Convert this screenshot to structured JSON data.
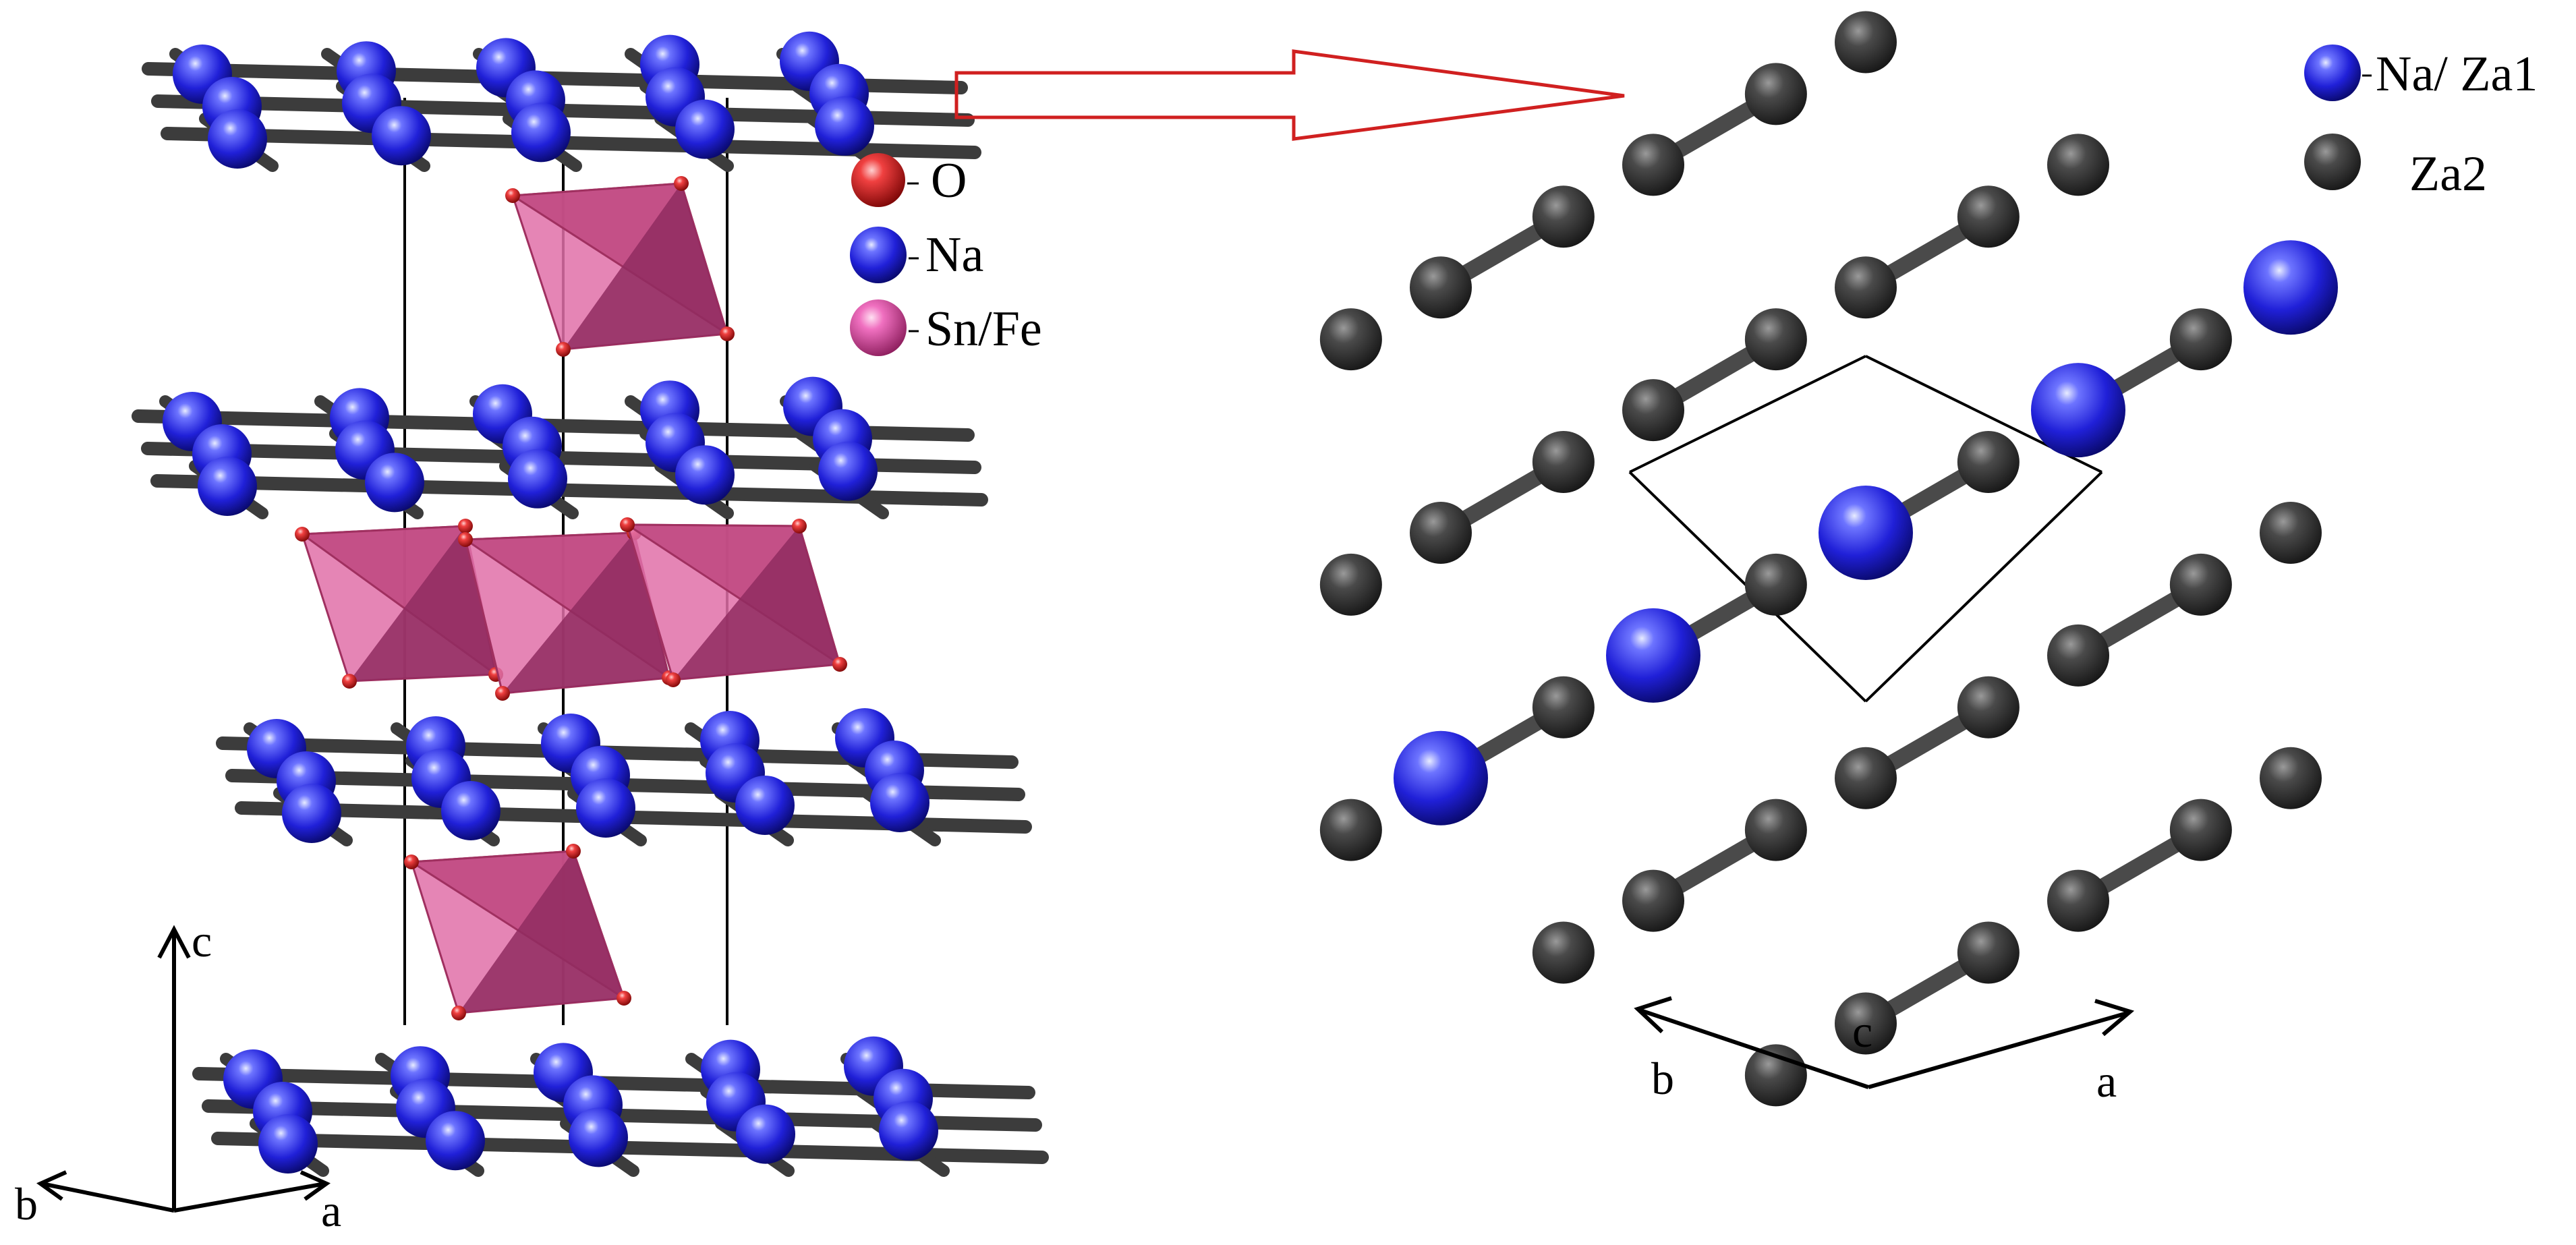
{
  "left_legend": [
    {
      "label": "O",
      "icon": "oxygen-atom-icon",
      "color": "#e02020"
    },
    {
      "label": "Na",
      "icon": "sodium-atom-icon",
      "color": "#2a2ae0"
    },
    {
      "label": "Sn/Fe",
      "icon": "tin-iron-atom-icon",
      "color": "#f060b0"
    }
  ],
  "right_legend": [
    {
      "label": "Na/ Za1",
      "icon": "na-za1-atom-icon",
      "color": "#2a2ae0"
    },
    {
      "label": "Za2",
      "icon": "za2-atom-icon",
      "color": "#333333"
    }
  ],
  "left_axes": {
    "c": "c",
    "b": "b",
    "a": "a"
  },
  "right_axes": {
    "c": "c",
    "b": "b",
    "a": "a"
  },
  "colors": {
    "sodium": "#2a2ae0",
    "site": "#3a3a3a",
    "bond": "#3c3c3c",
    "octahedron": "#c04a82",
    "arrow": "#d02020"
  }
}
